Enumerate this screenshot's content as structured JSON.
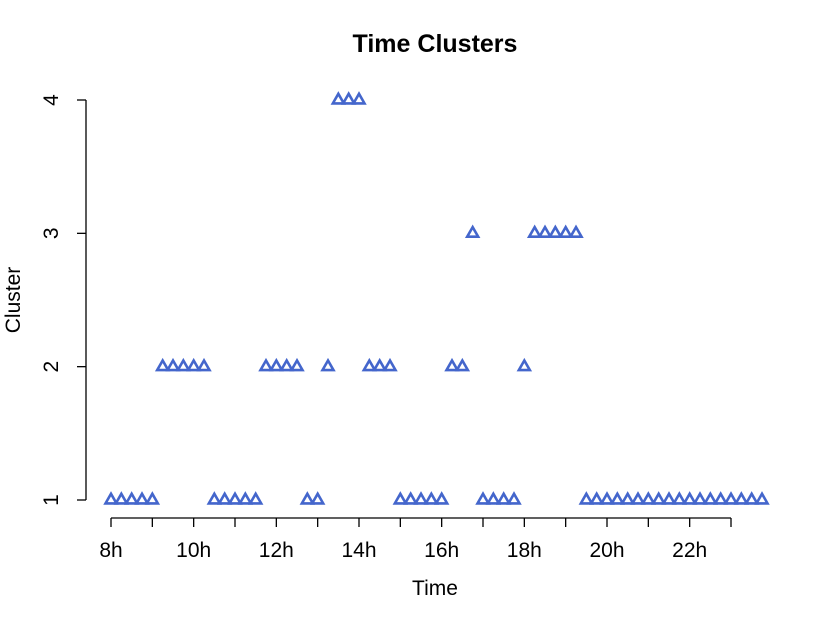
{
  "chart_data": {
    "type": "scatter",
    "title": "Time Clusters",
    "xlabel": "Time",
    "ylabel": "Cluster",
    "marker": "open-triangle",
    "marker_color": "#4466CC",
    "xlim": [
      8,
      23.75
    ],
    "ylim": [
      1,
      4
    ],
    "x_ticks": [
      8,
      9,
      10,
      11,
      12,
      13,
      14,
      15,
      16,
      17,
      18,
      19,
      20,
      21,
      22,
      23
    ],
    "x_tick_labels": [
      {
        "value": 8,
        "label": "8h"
      },
      {
        "value": 10,
        "label": "10h"
      },
      {
        "value": 12,
        "label": "12h"
      },
      {
        "value": 14,
        "label": "14h"
      },
      {
        "value": 16,
        "label": "16h"
      },
      {
        "value": 18,
        "label": "18h"
      },
      {
        "value": 20,
        "label": "20h"
      },
      {
        "value": 22,
        "label": "22h"
      }
    ],
    "y_ticks": [
      {
        "value": 1,
        "label": "1"
      },
      {
        "value": 2,
        "label": "2"
      },
      {
        "value": 3,
        "label": "3"
      },
      {
        "value": 4,
        "label": "4"
      }
    ],
    "x": [
      8,
      8.25,
      8.5,
      8.75,
      9,
      9.25,
      9.5,
      9.75,
      10,
      10.25,
      10.5,
      10.75,
      11,
      11.25,
      11.5,
      11.75,
      12,
      12.25,
      12.5,
      12.75,
      13,
      13.25,
      13.5,
      13.75,
      14,
      14.25,
      14.5,
      14.75,
      15,
      15.25,
      15.5,
      15.75,
      16,
      16.25,
      16.5,
      16.75,
      17,
      17.25,
      17.5,
      17.75,
      18,
      18.25,
      18.5,
      18.75,
      19,
      19.25,
      19.5,
      19.75,
      20,
      20.25,
      20.5,
      20.75,
      21,
      21.25,
      21.5,
      21.75,
      22,
      22.25,
      22.5,
      22.75,
      23,
      23.25,
      23.5,
      23.75
    ],
    "y": [
      1,
      1,
      1,
      1,
      1,
      2,
      2,
      2,
      2,
      2,
      1,
      1,
      1,
      1,
      1,
      2,
      2,
      2,
      2,
      1,
      1,
      2,
      4,
      4,
      4,
      2,
      2,
      2,
      1,
      1,
      1,
      1,
      1,
      2,
      2,
      3,
      1,
      1,
      1,
      1,
      2,
      3,
      3,
      3,
      3,
      3,
      1,
      1,
      1,
      1,
      1,
      1,
      1,
      1,
      1,
      1,
      1,
      1,
      1,
      1,
      1,
      1,
      1,
      1
    ]
  }
}
